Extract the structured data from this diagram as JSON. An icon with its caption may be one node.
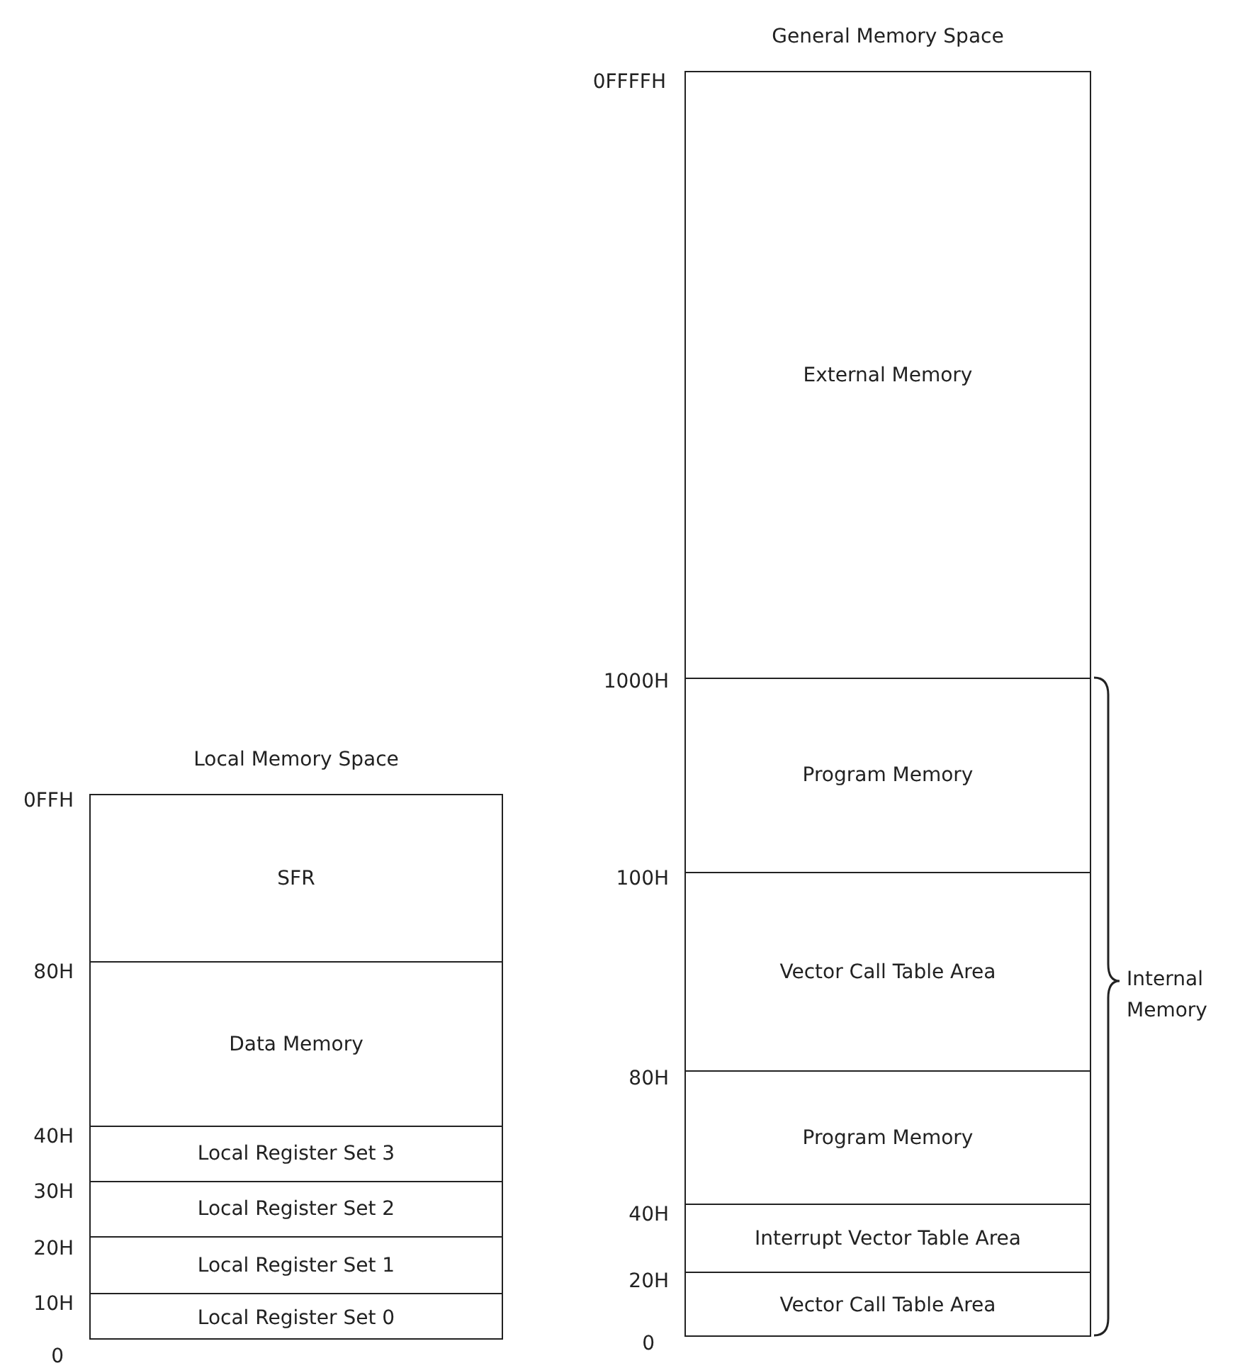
{
  "diagram": {
    "nodes": [
      {
        "text": [
          "Local Memory Space"
        ]
      },
      {
        "text": [
          "SFR"
        ],
        "in": 0
      },
      {
        "text": [
          "Data Memory"
        ],
        "in": 0
      },
      {
        "text": [
          "Local Register Set 3"
        ],
        "in": 0
      },
      {
        "text": [
          "Local Register Set 2"
        ],
        "in": 0
      },
      {
        "text": [
          "Local Register Set 1"
        ],
        "in": 0
      },
      {
        "text": [
          "Local Register Set 0"
        ],
        "in": 0
      },
      {
        "text": [
          "General Memory Space"
        ]
      },
      {
        "text": [
          "External Memory"
        ],
        "in": 7
      },
      {
        "text": [
          "Program Memory"
        ],
        "in": 7
      },
      {
        "text": [
          "Vector Call Table Area"
        ],
        "in": 7
      },
      {
        "text": [
          "Program Memory"
        ],
        "in": 7
      },
      {
        "text": [
          "Interrupt Vector Table Area"
        ],
        "in": 7
      },
      {
        "text": [
          "Vector Call Table Area"
        ],
        "in": 7
      }
    ],
    "edges": [],
    "labels": [
      "0FFH",
      "80H",
      "40H",
      "30H",
      "20H",
      "10H",
      "0",
      "0FFFFH",
      "1000H",
      "100H",
      "80H",
      "40H",
      "20H",
      "0",
      "Internal Memory"
    ]
  }
}
